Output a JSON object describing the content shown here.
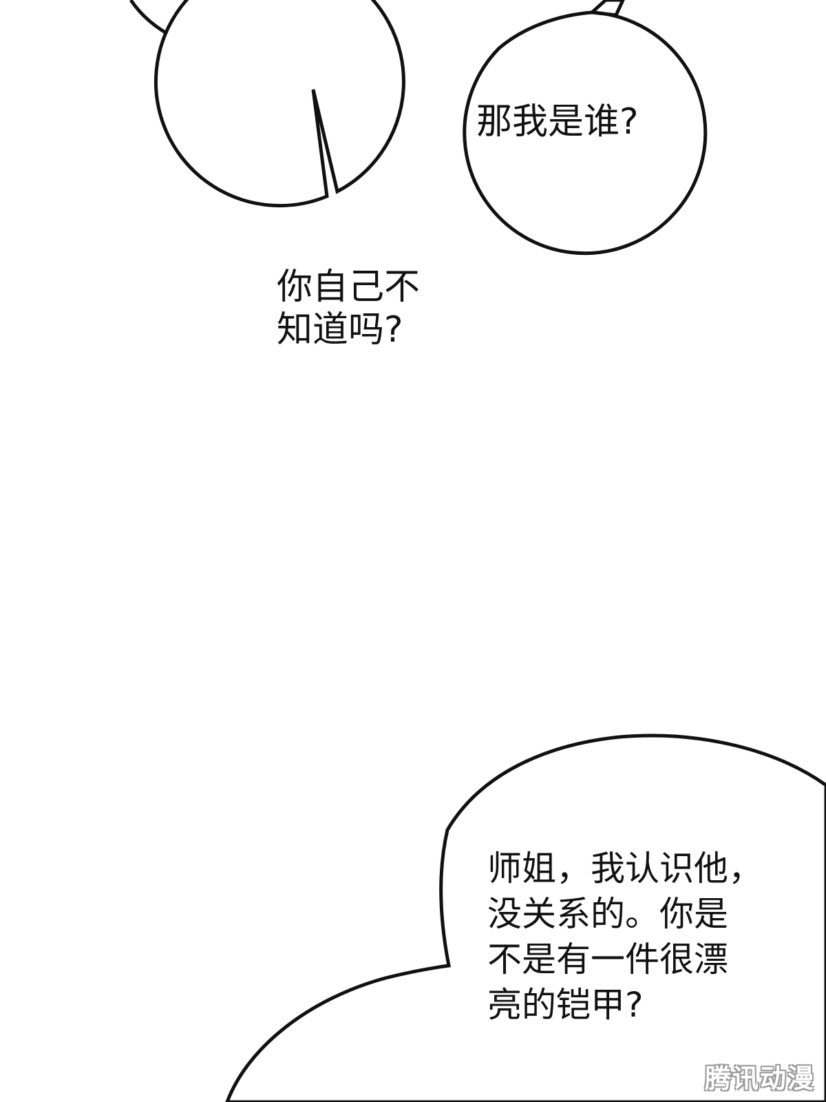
{
  "bubbles": {
    "top_right": "那我是谁?",
    "middle_left": "你自己不\n知道吗?",
    "bottom_right": "师姐，我认识他，\n没关系的。你是\n不是有一件很漂\n亮的铠甲?"
  },
  "watermark": "腾讯动漫",
  "colors": {
    "background": "#ffffff",
    "ink": "#111111"
  }
}
